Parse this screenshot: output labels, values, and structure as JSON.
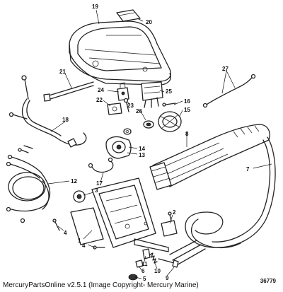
{
  "figure_number": "36779",
  "copyright": "MercuryPartsOnline v2.5.1 (Image Copyright- Mercury Marine)",
  "callouts": {
    "c1": "1",
    "c2": "2",
    "c3": "3",
    "c4a": "4",
    "c4b": "4",
    "c5": "5",
    "c6": "6",
    "c7": "7",
    "c8": "8",
    "c9": "9",
    "c10": "10",
    "c11": "11",
    "c12": "12",
    "c13": "13",
    "c14": "14",
    "c15": "15",
    "c16": "16",
    "c17": "17",
    "c18": "18",
    "c19": "19",
    "c20": "20",
    "c21": "21",
    "c22": "22",
    "c23": "23",
    "c24": "24",
    "c25": "25",
    "c26": "26",
    "c27": "27"
  }
}
